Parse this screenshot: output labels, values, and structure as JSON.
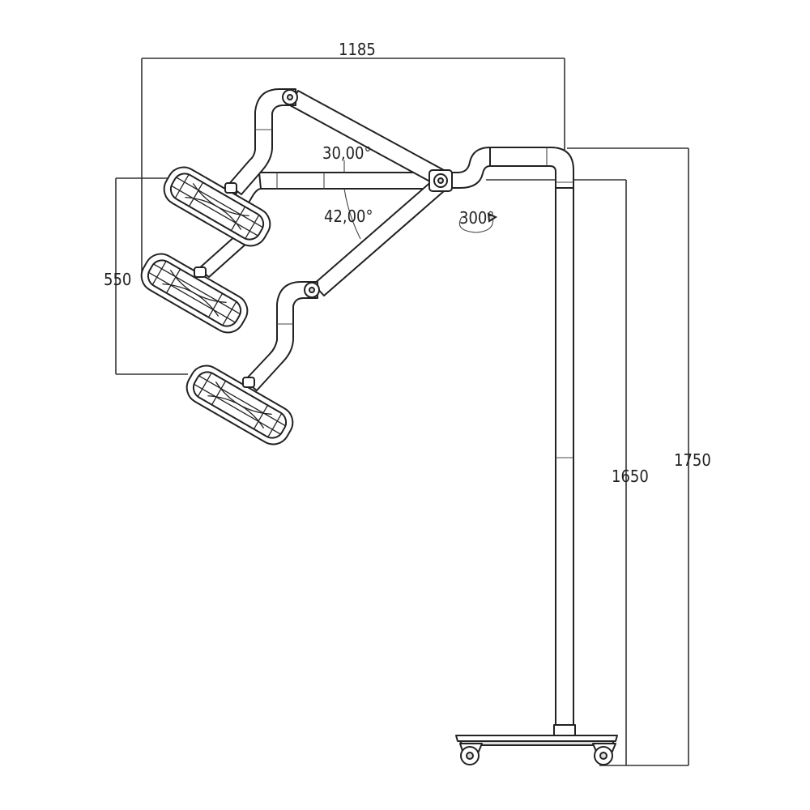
{
  "dimensions": {
    "width_total": "1185",
    "head_spacing": "550",
    "height_arm": "1650",
    "height_total": "1750",
    "angle_upper": "30,00°",
    "angle_lower": "42,00°",
    "rotation": "300°"
  },
  "colors": {
    "line": "#222222",
    "background": "#ffffff"
  }
}
